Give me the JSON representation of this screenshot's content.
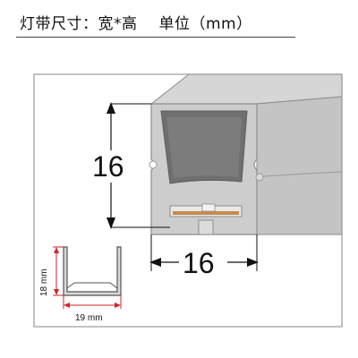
{
  "header": {
    "title": "灯带尺寸：宽*高",
    "unit": "单位（mm）"
  },
  "main_drawing": {
    "height_label": "16",
    "width_label": "16"
  },
  "profile_inset": {
    "height_label": "18 mm",
    "width_label": "19 mm"
  },
  "colors": {
    "frame": "#9a9a9a",
    "silicone": "#c9c9c9",
    "silicone_dark": "#8c8c8c",
    "cavity": "#6f6f6f",
    "led_strip": "#c58a4c",
    "dimension_line": "#111111",
    "profile_line": "#d2232a"
  }
}
